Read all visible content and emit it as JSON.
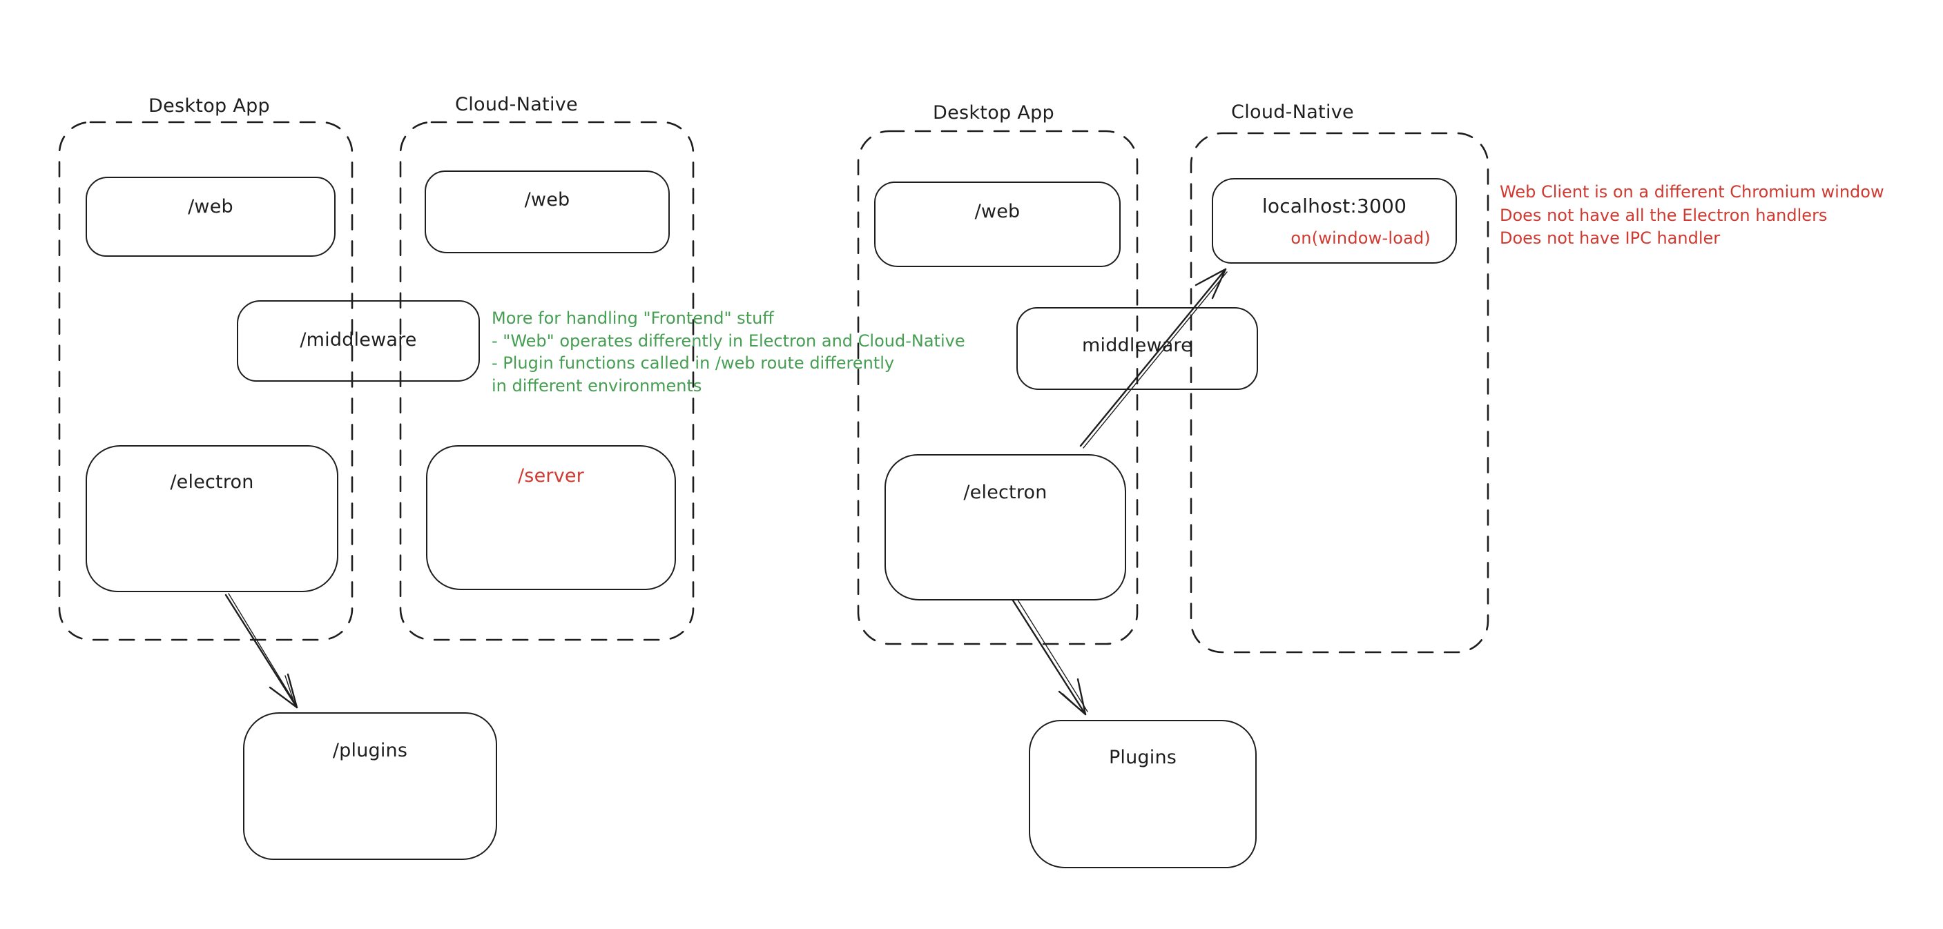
{
  "colors": {
    "ink": "#1e1e1e",
    "red": "#d03a31",
    "green": "#459e52",
    "background": "#ffffff"
  },
  "left_diagram": {
    "desktop_container_label": "Desktop App",
    "cloud_container_label": "Cloud-Native",
    "web_desktop_box": "/web",
    "web_cloud_box": "/web",
    "middleware_box": "/middleware",
    "electron_box": "/electron",
    "server_box": "/server",
    "plugins_box": "/plugins"
  },
  "right_diagram": {
    "desktop_container_label": "Desktop App",
    "cloud_container_label": "Cloud-Native",
    "web_box": "/web",
    "localhost_box": "localhost:3000",
    "localhost_sub_label": "on(window-load)",
    "middleware_box": "middleware",
    "electron_box": "/electron",
    "plugins_box": "Plugins"
  },
  "green_note": {
    "line1": "More for handling \"Frontend\" stuff",
    "line2": "- \"Web\" operates differently in Electron and Cloud-Native",
    "line3": "- Plugin functions called in /web route differently",
    "line4": "in different environments"
  },
  "red_note": {
    "line1": "Web Client is on a different Chromium window",
    "line2": "Does not have all the Electron handlers",
    "line3": "Does not have IPC handler"
  }
}
